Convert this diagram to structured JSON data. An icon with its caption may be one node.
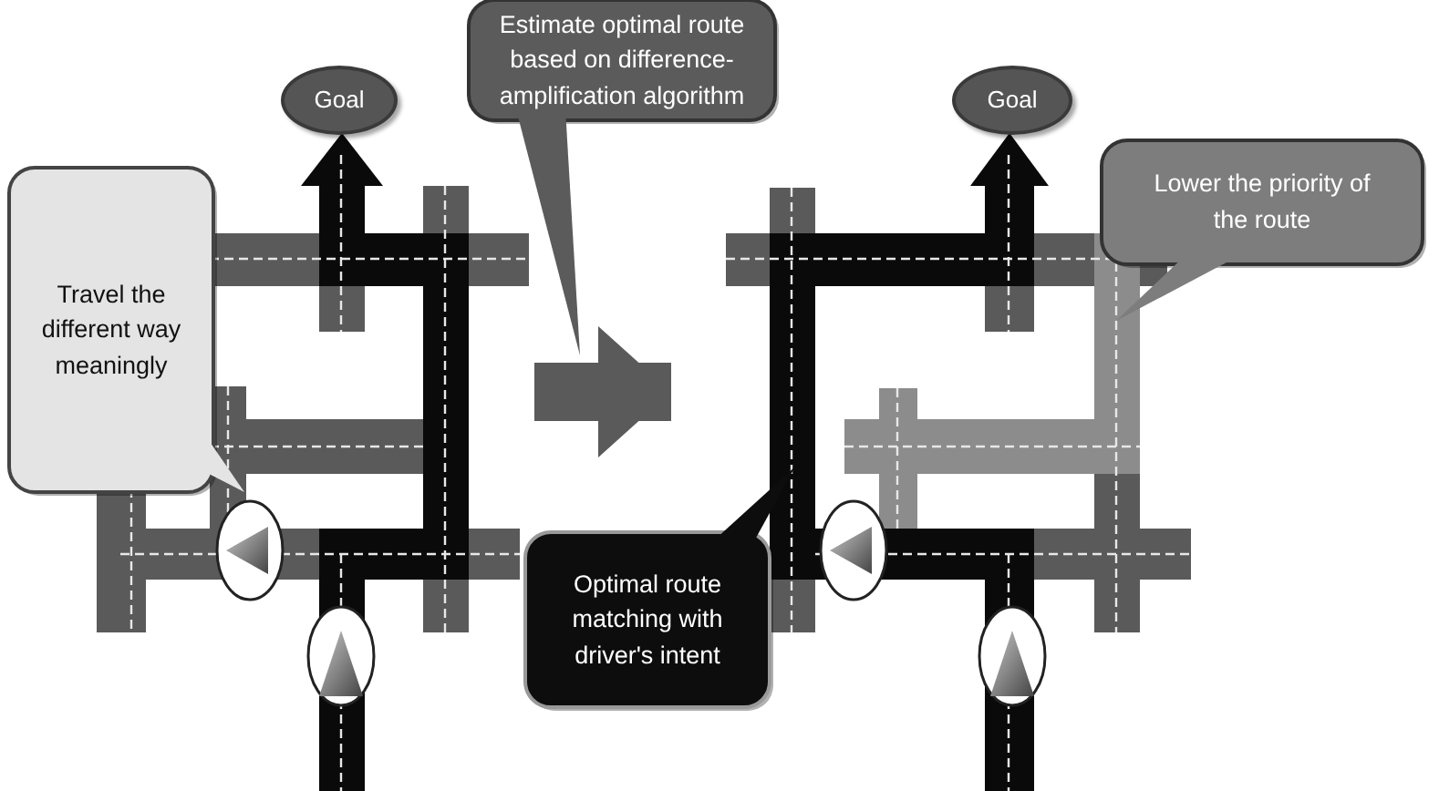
{
  "diagram": {
    "nodes": [
      {
        "text": [
          "Goal"
        ]
      },
      {
        "text": [
          "Estimate optimal route based on difference-amplification algorithm"
        ]
      },
      {
        "text": [
          "Goal"
        ]
      },
      {
        "text": [
          "Lower the priority of the route"
        ]
      },
      {
        "text": [
          "Travel the different way meaningly"
        ]
      },
      {
        "text": [
          "Optimal route matching with driver's intent"
        ]
      },
      {
        "text": [],
        "shape": "picture"
      },
      {
        "text": [],
        "shape": "picture"
      }
    ],
    "edges": [
      {
        "from": 6,
        "to": 7,
        "arrow": "to"
      }
    ]
  }
}
